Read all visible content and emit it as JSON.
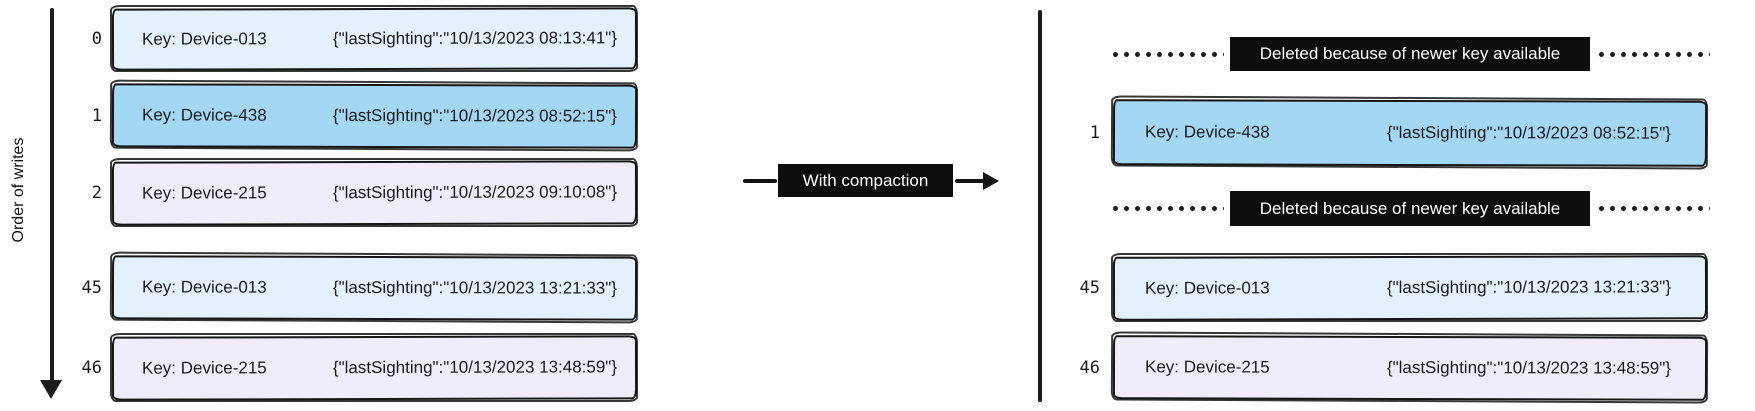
{
  "diagram": {
    "left": {
      "axis_label": "Order of writes",
      "rows": [
        {
          "index": "0",
          "key": "Key: Device-013",
          "value": "{\"lastSighting\":\"10/13/2023 08:13:41\"}",
          "fill": "#e4f1fc"
        },
        {
          "index": "1",
          "key": "Key: Device-438",
          "value": "{\"lastSighting\":\"10/13/2023 08:52:15\"}",
          "fill": "#a3d7f4"
        },
        {
          "index": "2",
          "key": "Key: Device-215",
          "value": "{\"lastSighting\":\"10/13/2023 09:10:08\"}",
          "fill": "#f0ecf9"
        },
        {
          "index": "45",
          "key": "Key: Device-013",
          "value": "{\"lastSighting\":\"10/13/2023 13:21:33\"}",
          "fill": "#e4f1fc"
        },
        {
          "index": "46",
          "key": "Key: Device-215",
          "value": "{\"lastSighting\":\"10/13/2023 13:48:59\"}",
          "fill": "#f0ecf9"
        }
      ]
    },
    "connector": {
      "label": "With compaction"
    },
    "right": {
      "deleted_marker_1": "Deleted because of newer key available",
      "deleted_marker_2": "Deleted because of newer key available",
      "rows": [
        {
          "index": "1",
          "key": "Key: Device-438",
          "value": "{\"lastSighting\":\"10/13/2023 08:52:15\"}",
          "fill": "#a3d7f4"
        },
        {
          "index": "45",
          "key": "Key: Device-013",
          "value": "{\"lastSighting\":\"10/13/2023 13:21:33\"}",
          "fill": "#e4f1fc"
        },
        {
          "index": "46",
          "key": "Key: Device-215",
          "value": "{\"lastSighting\":\"10/13/2023 13:48:59\"}",
          "fill": "#f0ecf9"
        }
      ]
    },
    "colors": {
      "record_light_blue": "#e4f1fc",
      "record_blue": "#a3d7f4",
      "record_lavender": "#f0ecf9",
      "badge_black": "#0d0d0d",
      "stroke_black": "#1c1c1c"
    }
  }
}
